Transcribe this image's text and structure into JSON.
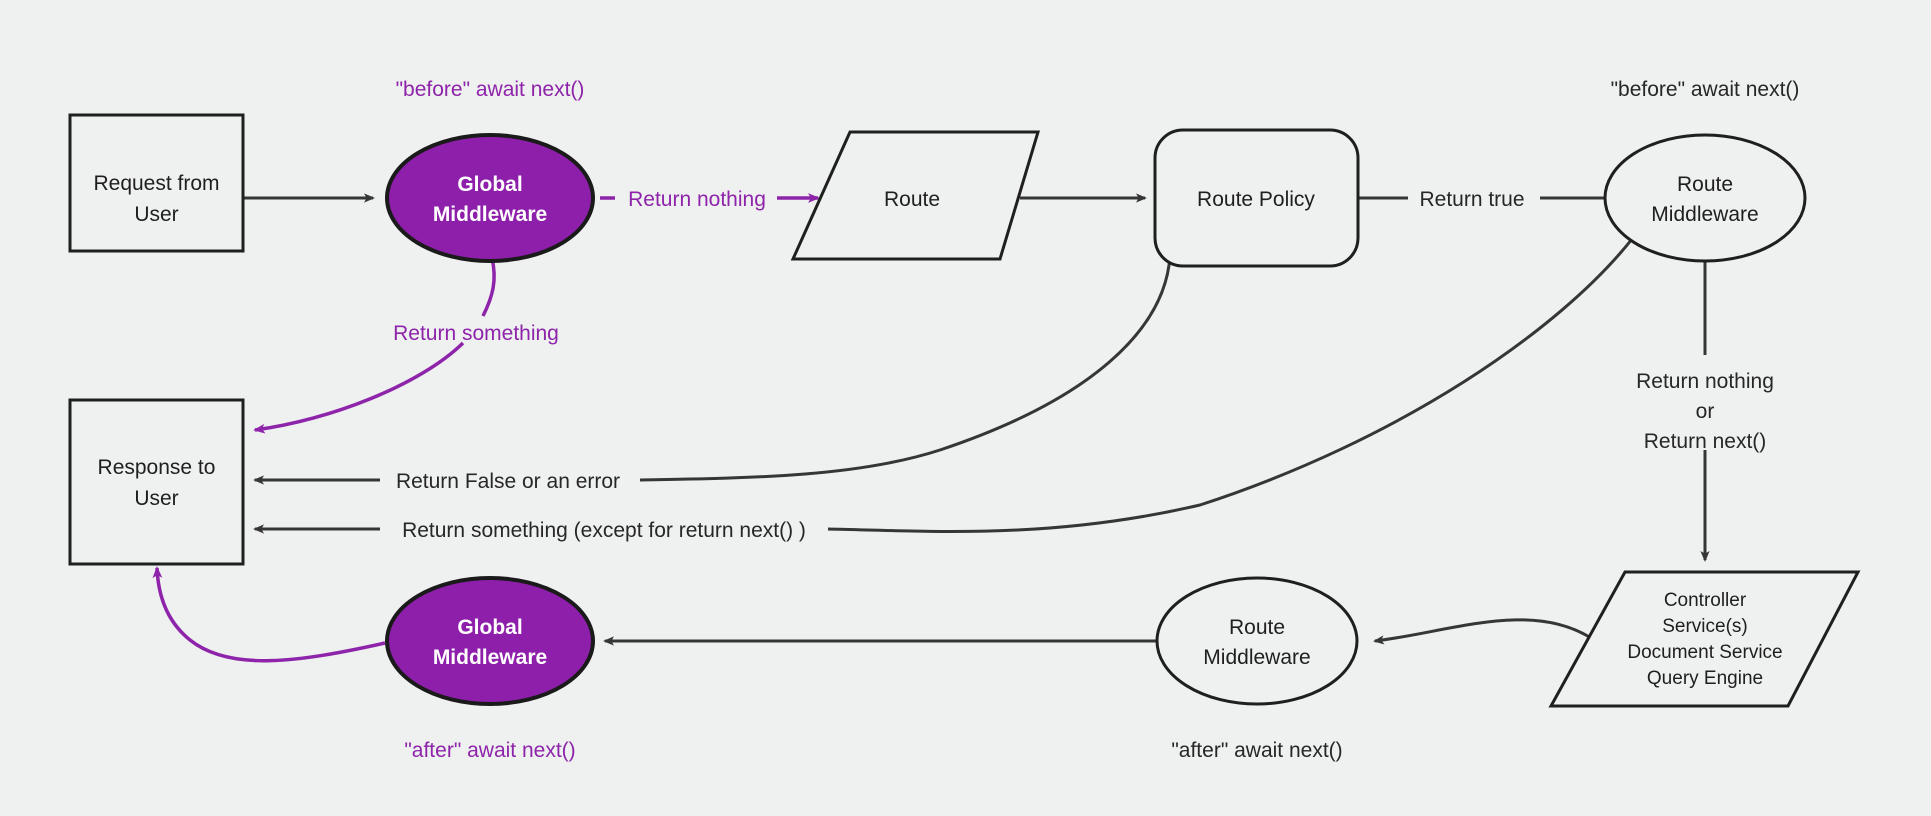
{
  "diagram": {
    "title": "Middleware request/response lifecycle flow",
    "background_color": "#eff0f0",
    "accent_color": "#8e24aa",
    "node_fill_accent": "#8e1fab",
    "stroke_color": "#1f1f1f",
    "nodes": {
      "request_from_user": {
        "line1": "Request from",
        "line2": "User",
        "shape": "rectangle"
      },
      "global_middleware_top": {
        "line1": "Global",
        "line2": "Middleware",
        "shape": "ellipse"
      },
      "route": {
        "line1": "Route",
        "shape": "parallelogram"
      },
      "route_policy": {
        "line1": "Route Policy",
        "shape": "rounded-rectangle"
      },
      "route_middleware_top": {
        "line1": "Route",
        "line2": "Middleware",
        "shape": "ellipse"
      },
      "controller_services": {
        "line1": "Controller",
        "line2": "Service(s)",
        "line3": "Document Service",
        "line4": "Query Engine",
        "shape": "parallelogram"
      },
      "route_middleware_bottom": {
        "line1": "Route",
        "line2": "Middleware",
        "shape": "ellipse"
      },
      "global_middleware_bottom": {
        "line1": "Global",
        "line2": "Middleware",
        "shape": "ellipse"
      },
      "response_to_user": {
        "line1": "Response to",
        "line2": "User",
        "shape": "rectangle"
      }
    },
    "annotations": {
      "before_await_next_global": "\"before\" await next()",
      "before_await_next_route": "\"before\" await next()",
      "after_await_next_global": "\"after\" await next()",
      "after_await_next_route": "\"after\" await next()"
    },
    "edge_labels": {
      "return_nothing": "Return nothing",
      "return_something": "Return something",
      "return_true": "Return true",
      "return_nothing_or_1": "Return nothing",
      "return_nothing_or_2": "or",
      "return_nothing_or_3": "Return next()",
      "return_false_or_error": "Return False or an error",
      "return_something_except": "Return something (except for return next() )"
    }
  }
}
